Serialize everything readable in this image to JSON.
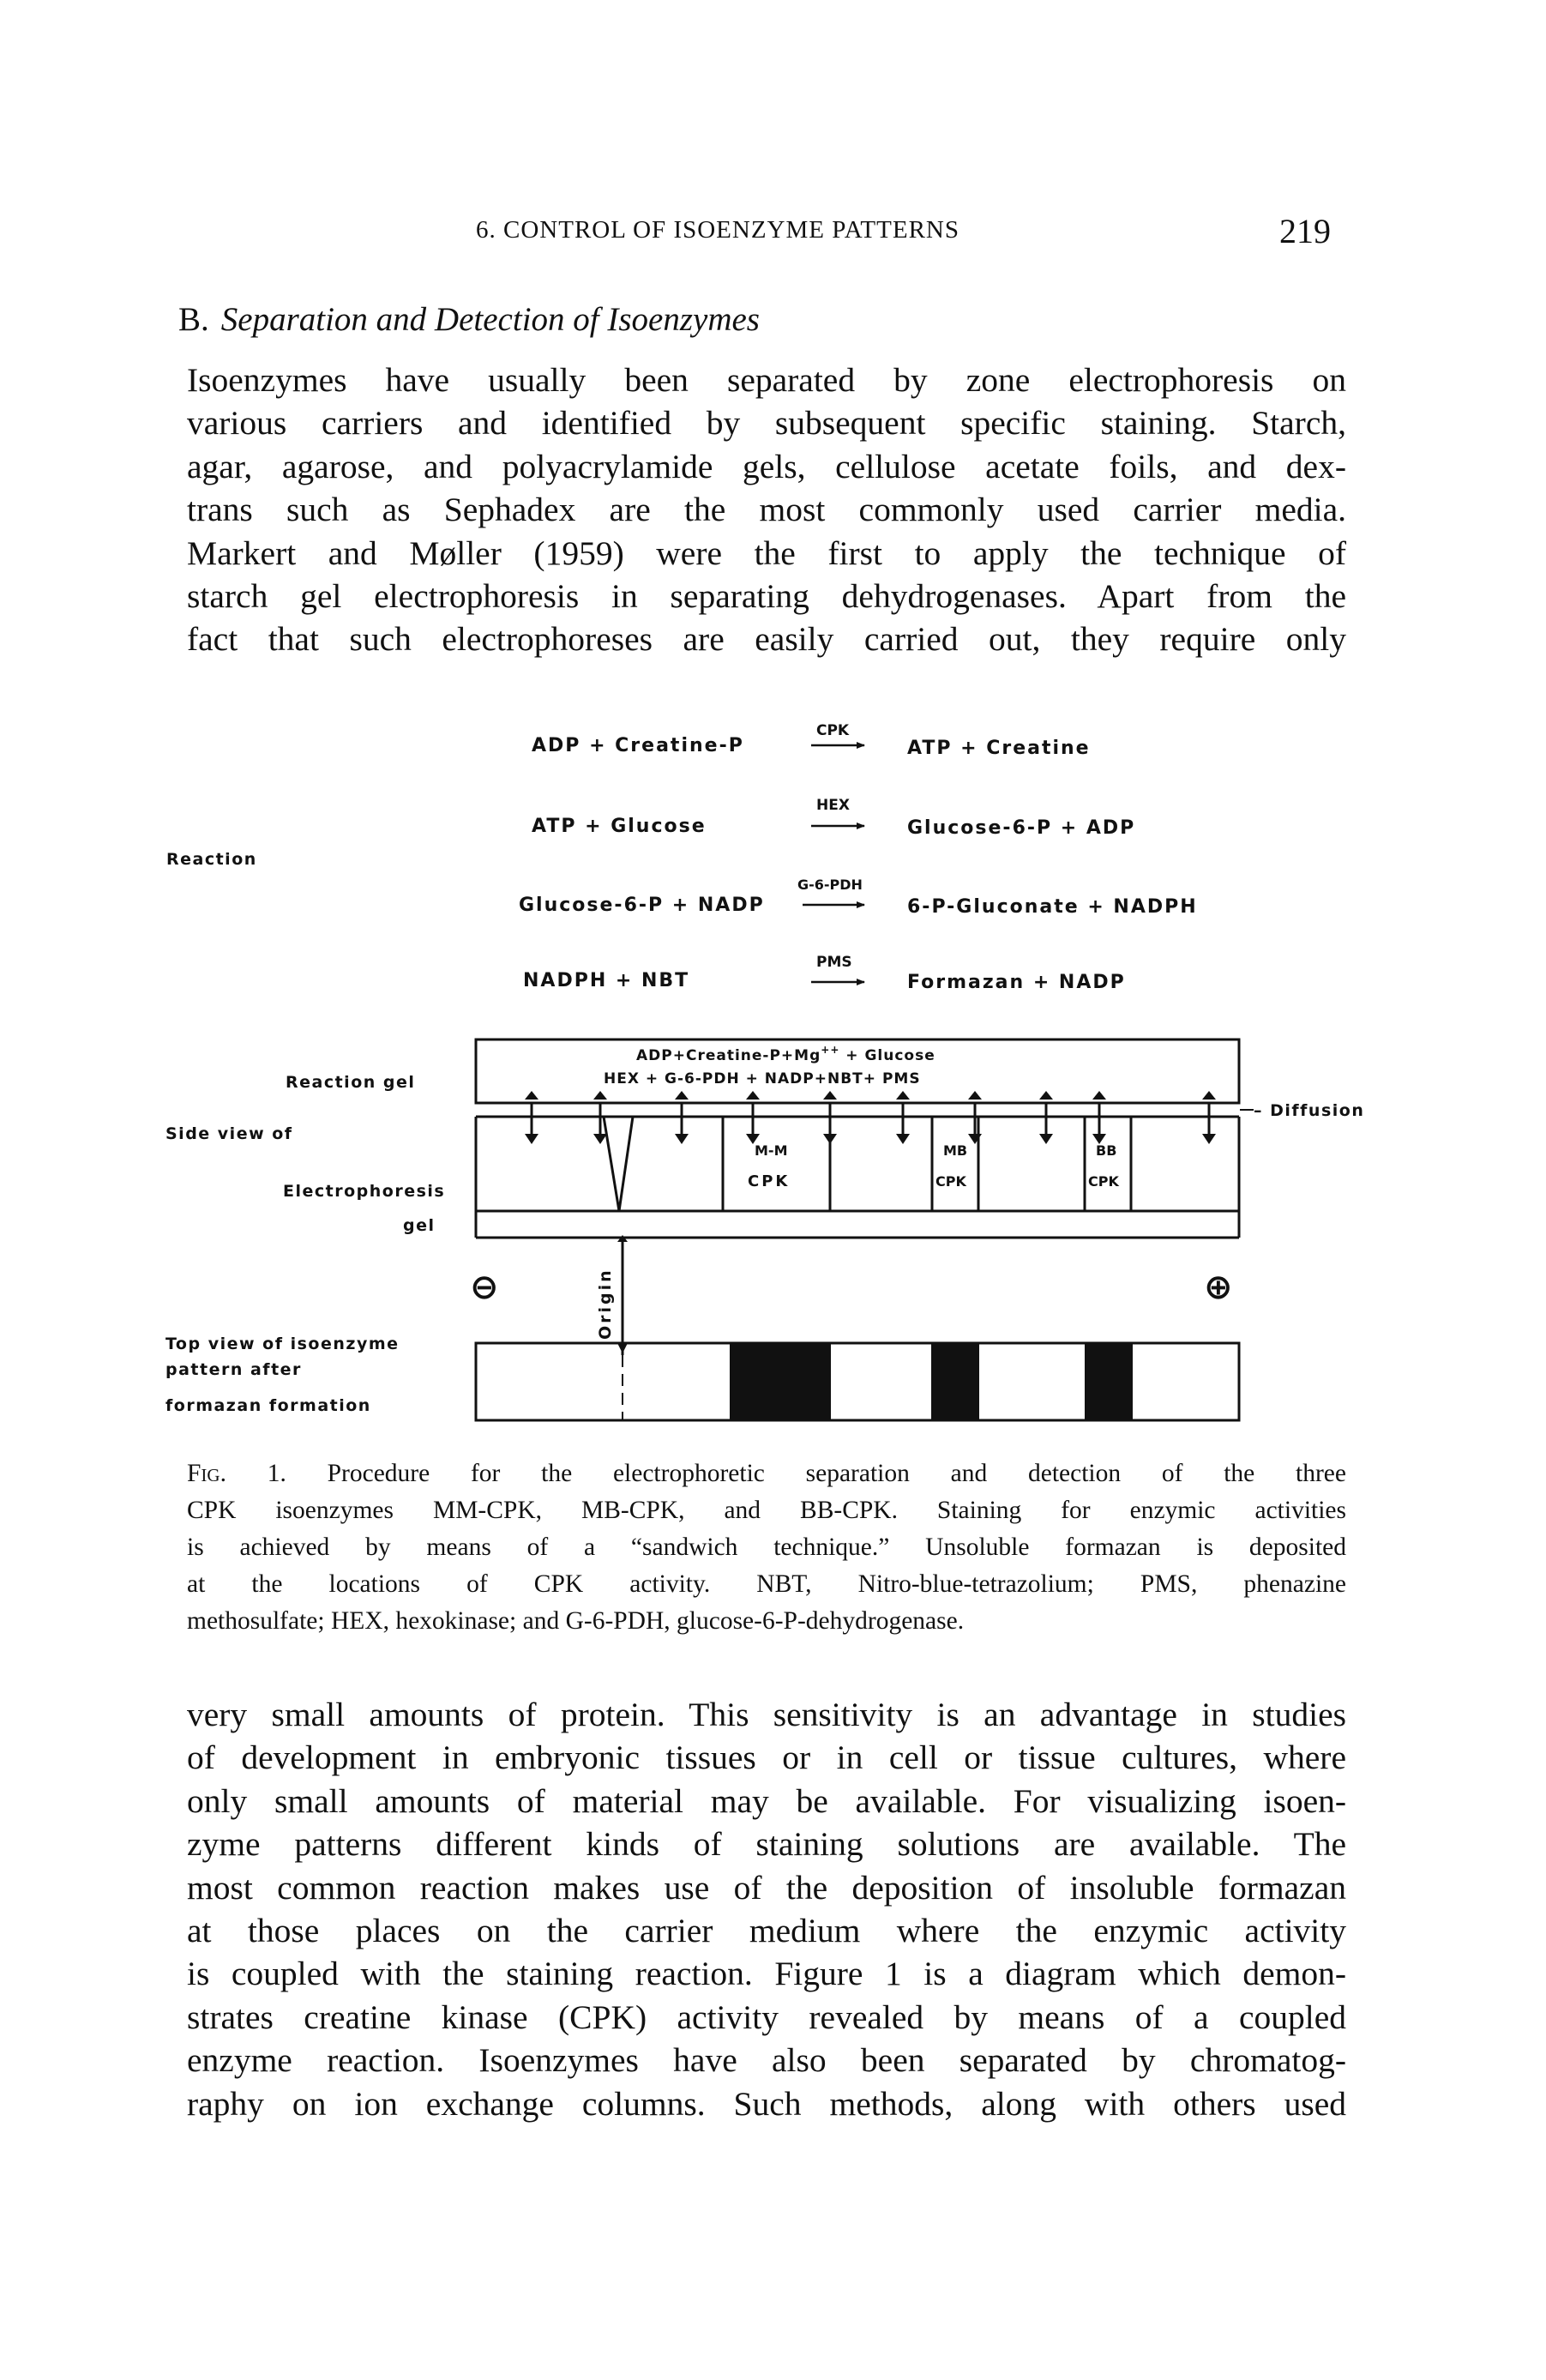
{
  "header": {
    "running_head": "6. CONTROL OF ISOENZYME PATTERNS",
    "page_number": "219"
  },
  "section": {
    "number": "B.",
    "title": "Separation and Detection of Isoenzymes"
  },
  "paragraph_1": [
    "Isoenzymes have usually been separated by zone electrophoresis on",
    "various carriers and identified by subsequent specific staining. Starch,",
    "agar, agarose, and polyacrylamide gels, cellulose acetate foils, and dex-",
    "trans such as Sephadex are the most commonly used carrier media.",
    "Markert and Møller (1959) were the first to apply the technique of",
    "starch gel electrophoresis in separating dehydrogenases. Apart from the",
    "fact that such electrophoreses are easily carried out, they require only"
  ],
  "figure": {
    "reaction_label": "Reaction",
    "reactions": [
      {
        "left": "ADP + Creatine-P",
        "enzyme": "CPK",
        "right": "ATP + Creatine"
      },
      {
        "left": "ATP + Glucose",
        "enzyme": "HEX",
        "right": "Glucose-6-P + ADP"
      },
      {
        "left": "Glucose-6-P + NADP",
        "enzyme": "G-6-PDH",
        "right": "6-P-Gluconate + NADPH"
      },
      {
        "left": "NADPH + NBT",
        "enzyme": "PMS",
        "right": "Formazan + NADP"
      }
    ],
    "reaction_gel_label": "Reaction gel",
    "side_view_label": "Side view of",
    "electrophoresis_gel_label_1": "Electrophoresis",
    "electrophoresis_gel_label_2": "gel",
    "reaction_gel_line_1a": "ADP+Creatine-P+Mg",
    "reaction_gel_superscript": "++",
    "reaction_gel_line_1b": " + Glucose",
    "reaction_gel_line_2": "HEX + G-6-PDH + NADP+NBT+ PMS",
    "diffusion_label": "– Diffusion",
    "bands": [
      {
        "label_1": "M-M",
        "label_2": "CPK"
      },
      {
        "label_1": "MB",
        "label_2": "CPK"
      },
      {
        "label_1": "BB",
        "label_2": "CPK"
      }
    ],
    "minus_symbol": "⊖",
    "plus_symbol": "⊕",
    "origin_label": "Origin",
    "top_view_label_1": "Top view of isoenzyme",
    "top_view_label_2": "pattern after",
    "top_view_label_3": "formazan formation"
  },
  "caption": {
    "figure_label": "Fig. 1.",
    "lines": [
      "Procedure for the electrophoretic separation and detection of the three",
      "CPK isoenzymes MM-CPK, MB-CPK, and BB-CPK. Staining for enzymic activities",
      "is achieved by means of a “sandwich technique.” Unsoluble formazan is deposited",
      "at the locations of CPK activity. NBT, Nitro-blue-tetrazolium; PMS, phenazine",
      "methosulfate; HEX, hexokinase; and G-6-PDH, glucose-6-P-dehydrogenase."
    ]
  },
  "paragraph_2": [
    "very small amounts of protein. This sensitivity is an advantage in studies",
    "of development in embryonic tissues or in cell or tissue cultures, where",
    "only small amounts of material may be available. For visualizing isoen-",
    "zyme patterns different kinds of staining solutions are available. The",
    "most common reaction makes use of the deposition of insoluble formazan",
    "at those places on the carrier medium where the enzymic activity",
    "is coupled with the staining reaction. Figure 1 is a diagram which demon-",
    "strates creatine kinase (CPK) activity revealed by means of a coupled",
    "enzyme reaction. Isoenzymes have also been separated by chromatog-",
    "raphy on ion exchange columns. Such methods, along with others used"
  ]
}
